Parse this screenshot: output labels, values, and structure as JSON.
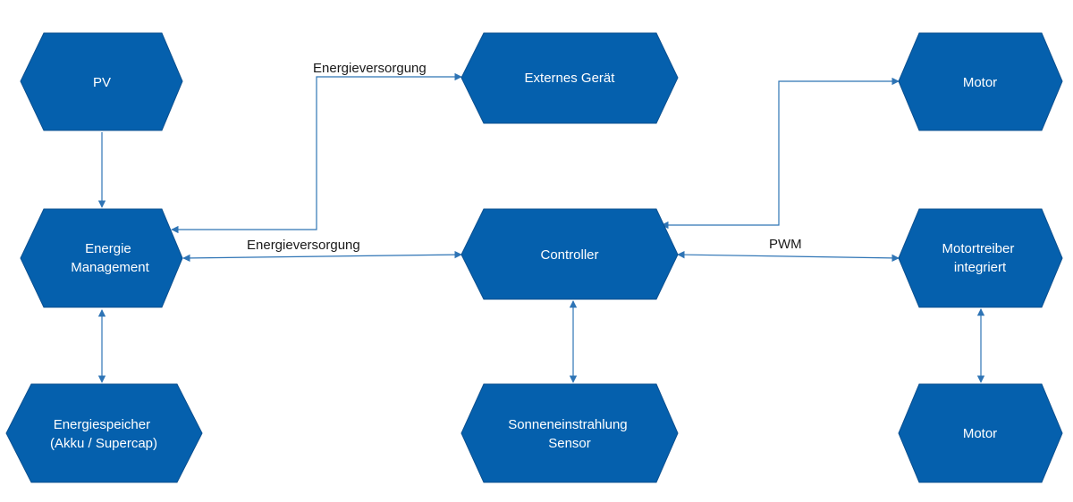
{
  "colors": {
    "node_fill": "#0560ad",
    "edge_stroke": "#2e74b5",
    "label_text": "#1a1a1a",
    "node_text": "#ffffff"
  },
  "nodes": {
    "pv": {
      "lines": [
        "PV"
      ]
    },
    "energie_management": {
      "lines": [
        "Energie",
        "Management"
      ]
    },
    "energiespeicher": {
      "lines": [
        "Energiespeicher",
        "(Akku / Supercap)"
      ]
    },
    "externes_geraet": {
      "lines": [
        "Externes Gerät"
      ]
    },
    "controller": {
      "lines": [
        "Controller"
      ]
    },
    "sonnensensor": {
      "lines": [
        "Sonneneinstrahlung",
        "Sensor"
      ]
    },
    "motor_top": {
      "lines": [
        "Motor"
      ]
    },
    "motortreiber": {
      "lines": [
        "Motortreiber",
        "integriert"
      ]
    },
    "motor_bottom": {
      "lines": [
        "Motor"
      ]
    }
  },
  "edges": {
    "pv_to_em": {
      "label": ""
    },
    "em_externes": {
      "label": "Energieversorgung"
    },
    "em_controller": {
      "label": "Energieversorgung"
    },
    "em_speicher": {
      "label": ""
    },
    "controller_sensor": {
      "label": ""
    },
    "controller_motor_top": {
      "label": ""
    },
    "controller_motortreiber": {
      "label": "PWM"
    },
    "motortreiber_motor": {
      "label": ""
    }
  }
}
